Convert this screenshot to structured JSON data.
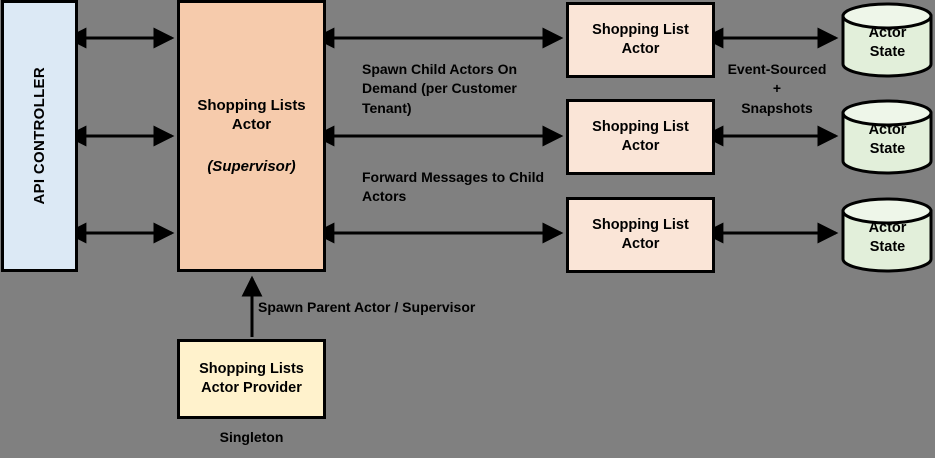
{
  "diagram": {
    "title": "Actor Model Shopping Lists Architecture",
    "background_color": "#808080",
    "nodes": {
      "api_controller": {
        "label": "API CONTROLLER",
        "color": "#dce9f5",
        "orientation": "vertical"
      },
      "supervisor": {
        "line1": "Shopping Lists",
        "line2": "Actor",
        "sub": "(Supervisor)",
        "color": "#f6cbac"
      },
      "child_actors": [
        {
          "line1": "Shopping List",
          "line2": "Actor",
          "color": "#fae5d7"
        },
        {
          "line1": "Shopping List",
          "line2": "Actor",
          "color": "#fae5d7"
        },
        {
          "line1": "Shopping List",
          "line2": "Actor",
          "color": "#fae5d7"
        }
      ],
      "actor_states": [
        {
          "line1": "Actor",
          "line2": "State",
          "color": "#e2efda",
          "shape": "cylinder-icon"
        },
        {
          "line1": "Actor",
          "line2": "State",
          "color": "#e2efda",
          "shape": "cylinder-icon"
        },
        {
          "line1": "Actor",
          "line2": "State",
          "color": "#e2efda",
          "shape": "cylinder-icon"
        }
      ],
      "provider": {
        "line1": "Shopping Lists",
        "line2": "Actor Provider",
        "color": "#fff2cc",
        "caption": "Singleton"
      }
    },
    "edge_labels": {
      "spawn_child": "Spawn Child Actors On Demand (per Customer Tenant)",
      "forward_messages": "Forward Messages to Child Actors",
      "event_sourced": "Event-Sourced + Snapshots",
      "event_sourced_line1": "Event-Sourced",
      "event_sourced_line2": "+",
      "event_sourced_line3": "Snapshots",
      "spawn_parent": "Spawn Parent Actor / Supervisor"
    }
  }
}
